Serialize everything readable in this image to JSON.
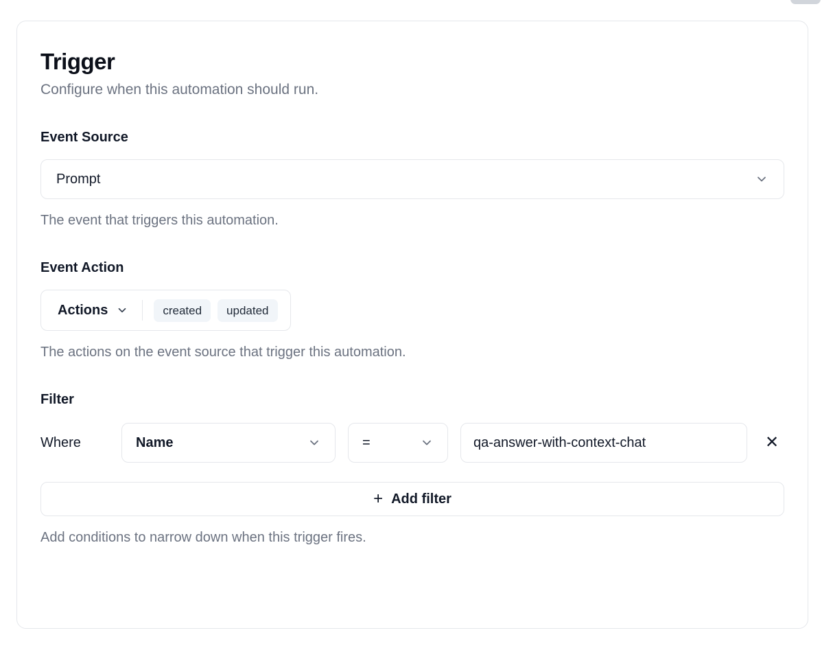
{
  "panel": {
    "title": "Trigger",
    "subtitle": "Configure when this automation should run."
  },
  "event_source": {
    "label": "Event Source",
    "selected": "Prompt",
    "help": "The event that triggers this automation."
  },
  "event_action": {
    "label": "Event Action",
    "dropdown_label": "Actions",
    "chips": [
      "created",
      "updated"
    ],
    "help": "The actions on the event source that trigger this automation."
  },
  "filter": {
    "label": "Filter",
    "where_label": "Where",
    "field_selected": "Name",
    "operator_selected": "=",
    "value": "qa-answer-with-context-chat",
    "remove_icon": "✕",
    "plus_icon": "+",
    "add_filter_label": "Add filter",
    "help": "Add conditions to narrow down when this trigger fires."
  },
  "colors": {
    "border": "#e5e7eb",
    "text": "#111827",
    "muted": "#6b7280",
    "chip_bg": "#f1f5f9"
  }
}
